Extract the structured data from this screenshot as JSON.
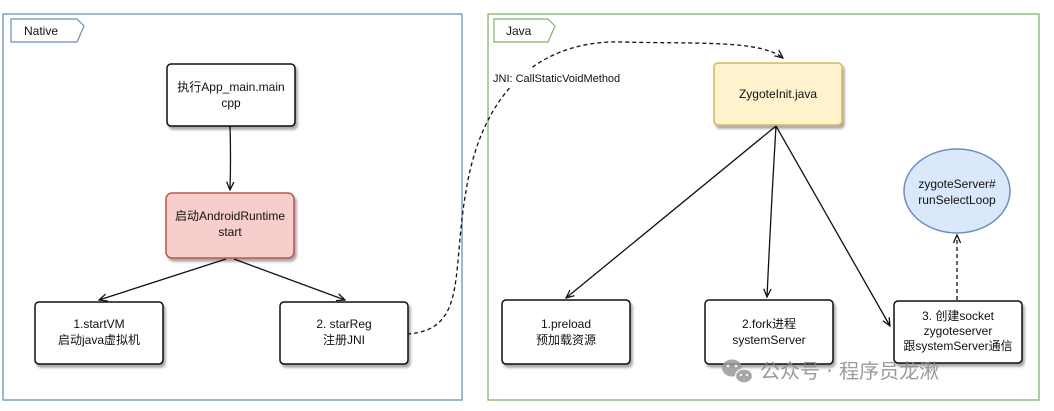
{
  "frames": {
    "native": {
      "tag": "Native",
      "color": "#6c8ebf"
    },
    "java": {
      "tag": "Java",
      "color": "#82b366"
    }
  },
  "nodes": {
    "app_main": {
      "lines": [
        "执行App_main.main",
        "cpp"
      ],
      "fill": "#ffffff",
      "stroke": "#111111"
    },
    "android_runtime": {
      "lines": [
        "启动AndroidRuntime",
        "start"
      ],
      "fill": "#f8cecc",
      "stroke": "#b85450"
    },
    "start_vm": {
      "lines": [
        "1.startVM",
        "启动java虚拟机"
      ],
      "fill": "#ffffff",
      "stroke": "#111111"
    },
    "star_reg": {
      "lines": [
        "2. starReg",
        "注册JNI"
      ],
      "fill": "#ffffff",
      "stroke": "#111111"
    },
    "zygote_init": {
      "lines": [
        "ZygoteInit.java"
      ],
      "fill": "#fff2cc",
      "stroke": "#d6b656"
    },
    "preload": {
      "lines": [
        "1.preload",
        "预加载资源"
      ],
      "fill": "#ffffff",
      "stroke": "#111111"
    },
    "fork": {
      "lines": [
        "2.fork进程",
        "systemServer"
      ],
      "fill": "#ffffff",
      "stroke": "#111111"
    },
    "create_socket": {
      "lines": [
        "3. 创建socket",
        "zygoteserver",
        "跟systemServer通信"
      ],
      "fill": "#ffffff",
      "stroke": "#111111"
    },
    "select_loop": {
      "lines": [
        "zygoteServer#",
        "runSelectLoop"
      ],
      "fill": "#dae8fc",
      "stroke": "#6c8ebf"
    }
  },
  "edges": {
    "jni_label": "JNI: CallStaticVoidMethod"
  },
  "watermark": {
    "text": "公众号 · 程序员龙湫",
    "icon": "wechat-icon"
  }
}
